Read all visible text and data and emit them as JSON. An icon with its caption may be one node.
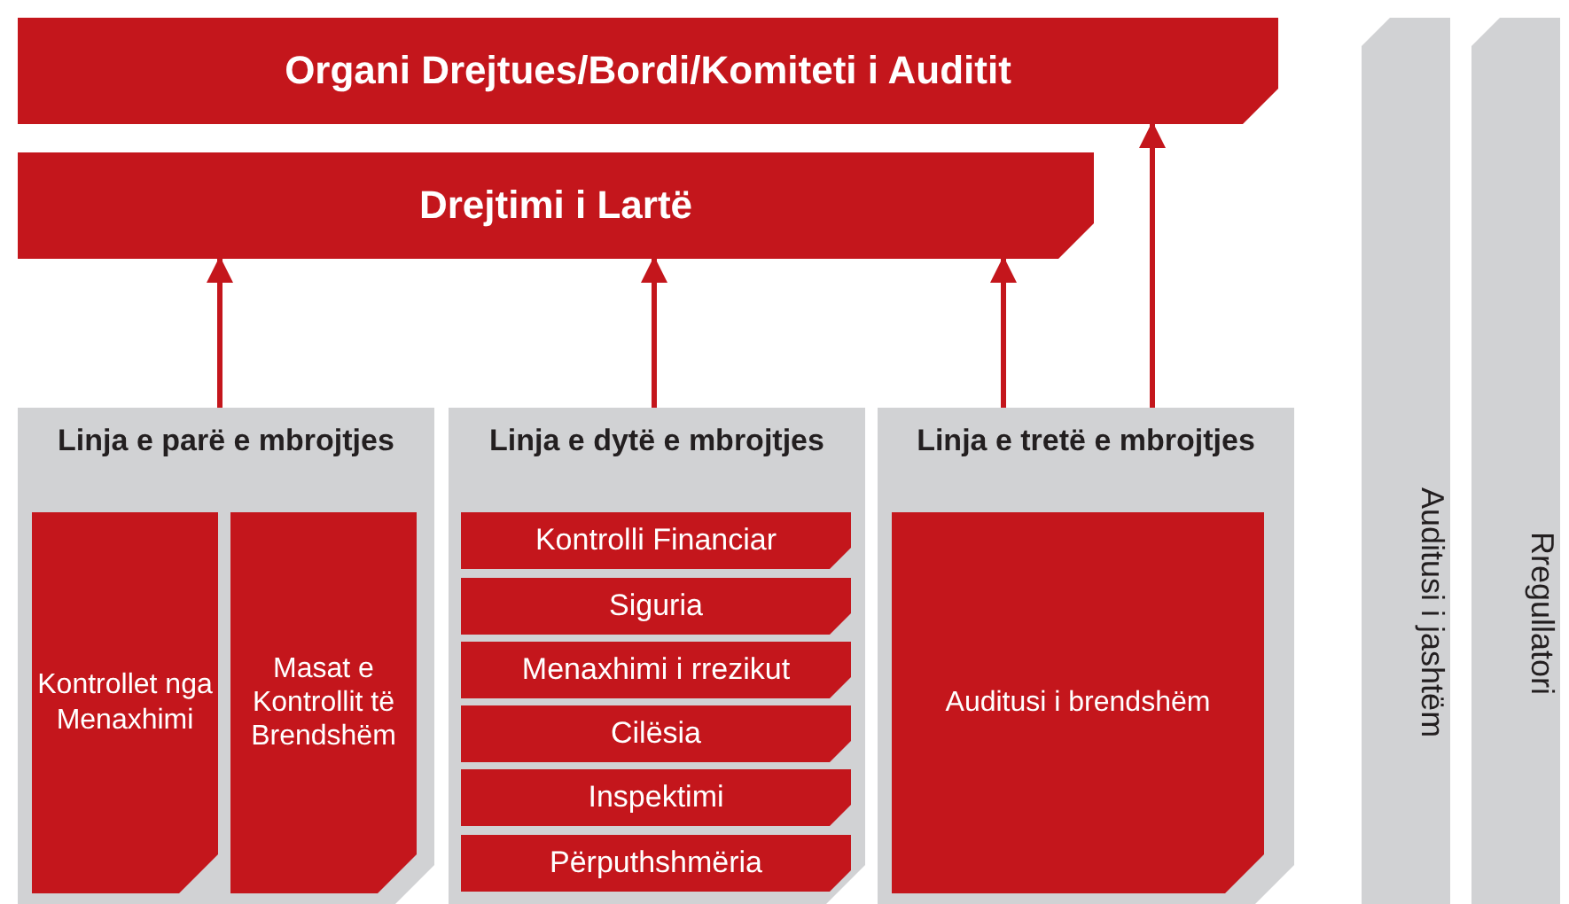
{
  "diagram": {
    "nodes": [
      {
        "text": [
          "Organi Drejtues/Bordi/Komiteti i Auditit"
        ]
      },
      {
        "text": [
          "Drejtimi i Lartë"
        ]
      },
      {
        "text": [
          "Linja e parë e mbrojtjes"
        ]
      },
      {
        "text": [
          "Kontrollet nga Menaxhimi"
        ],
        "in": 2
      },
      {
        "text": [
          "Masat e Kontrollit të Brendshëm"
        ],
        "in": 2
      },
      {
        "text": [
          "Linja e dytë e mbrojtjes"
        ]
      },
      {
        "text": [
          "Kontrolli Financiar"
        ],
        "in": 5
      },
      {
        "text": [
          "Siguria"
        ],
        "in": 5
      },
      {
        "text": [
          "Menaxhimi i rrezikut"
        ],
        "in": 5
      },
      {
        "text": [
          "Cilësia"
        ],
        "in": 5
      },
      {
        "text": [
          "Inspektimi"
        ],
        "in": 5
      },
      {
        "text": [
          "Përputhshmëria"
        ],
        "in": 5
      },
      {
        "text": [
          "Linja e tretë e mbrojtjes"
        ]
      },
      {
        "text": [
          "Auditusi i brendshëm"
        ],
        "in": 12
      },
      {
        "text": [
          "Auditusi i jashtëm"
        ]
      },
      {
        "text": [
          "Rregullatori"
        ]
      }
    ],
    "edges": [
      {
        "from": 2,
        "to": 1,
        "arrow": "to"
      },
      {
        "from": 5,
        "to": 1,
        "arrow": "to"
      },
      {
        "from": 12,
        "to": 1,
        "arrow": "to"
      },
      {
        "from": 12,
        "to": 0,
        "arrow": "to"
      }
    ]
  }
}
